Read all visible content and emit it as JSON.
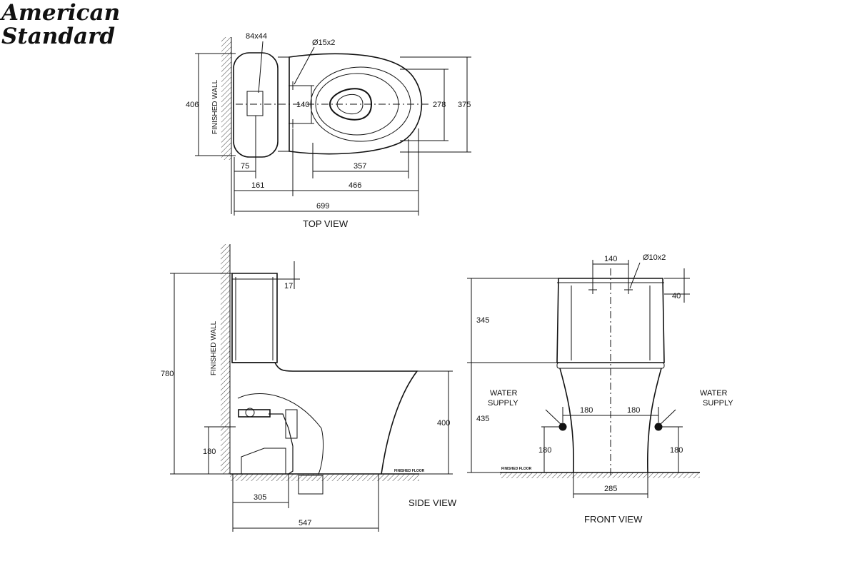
{
  "brand": {
    "line1": "American",
    "line2": "Standard"
  },
  "views": {
    "top": {
      "title": "TOP VIEW",
      "wall_label": "FINISHED WALL",
      "dims": {
        "outlet": "84x44",
        "holes": "Ø15x2",
        "depth": "406",
        "spacing": "140",
        "bowl_width": "278",
        "width": "375",
        "wall_to_outlet": "75",
        "tank": "161",
        "bowl_length": "357",
        "front": "466",
        "overall": "699"
      }
    },
    "side": {
      "title": "SIDE VIEW",
      "wall_label": "FINISHED WALL",
      "floor_label": "FINISHED FLOOR",
      "dims": {
        "lid": "17",
        "height": "780",
        "seat_height": "400",
        "supply_height": "180",
        "rough_in": "305",
        "depth": "547"
      }
    },
    "front": {
      "title": "FRONT VIEW",
      "floor_label": "FINISHED FLOOR",
      "supply_left": {
        "line1": "WATER",
        "line2": "SUPPLY"
      },
      "supply_right": {
        "line1": "WATER",
        "line2": "SUPPLY"
      },
      "dims": {
        "spacing": "140",
        "holes": "Ø10x2",
        "lid": "40",
        "tank_height": "345",
        "bowl_height": "435",
        "supply_offset_left": "180",
        "supply_offset_right": "180",
        "supply_height_left": "180",
        "supply_height_right": "180",
        "base_width": "285"
      }
    }
  }
}
